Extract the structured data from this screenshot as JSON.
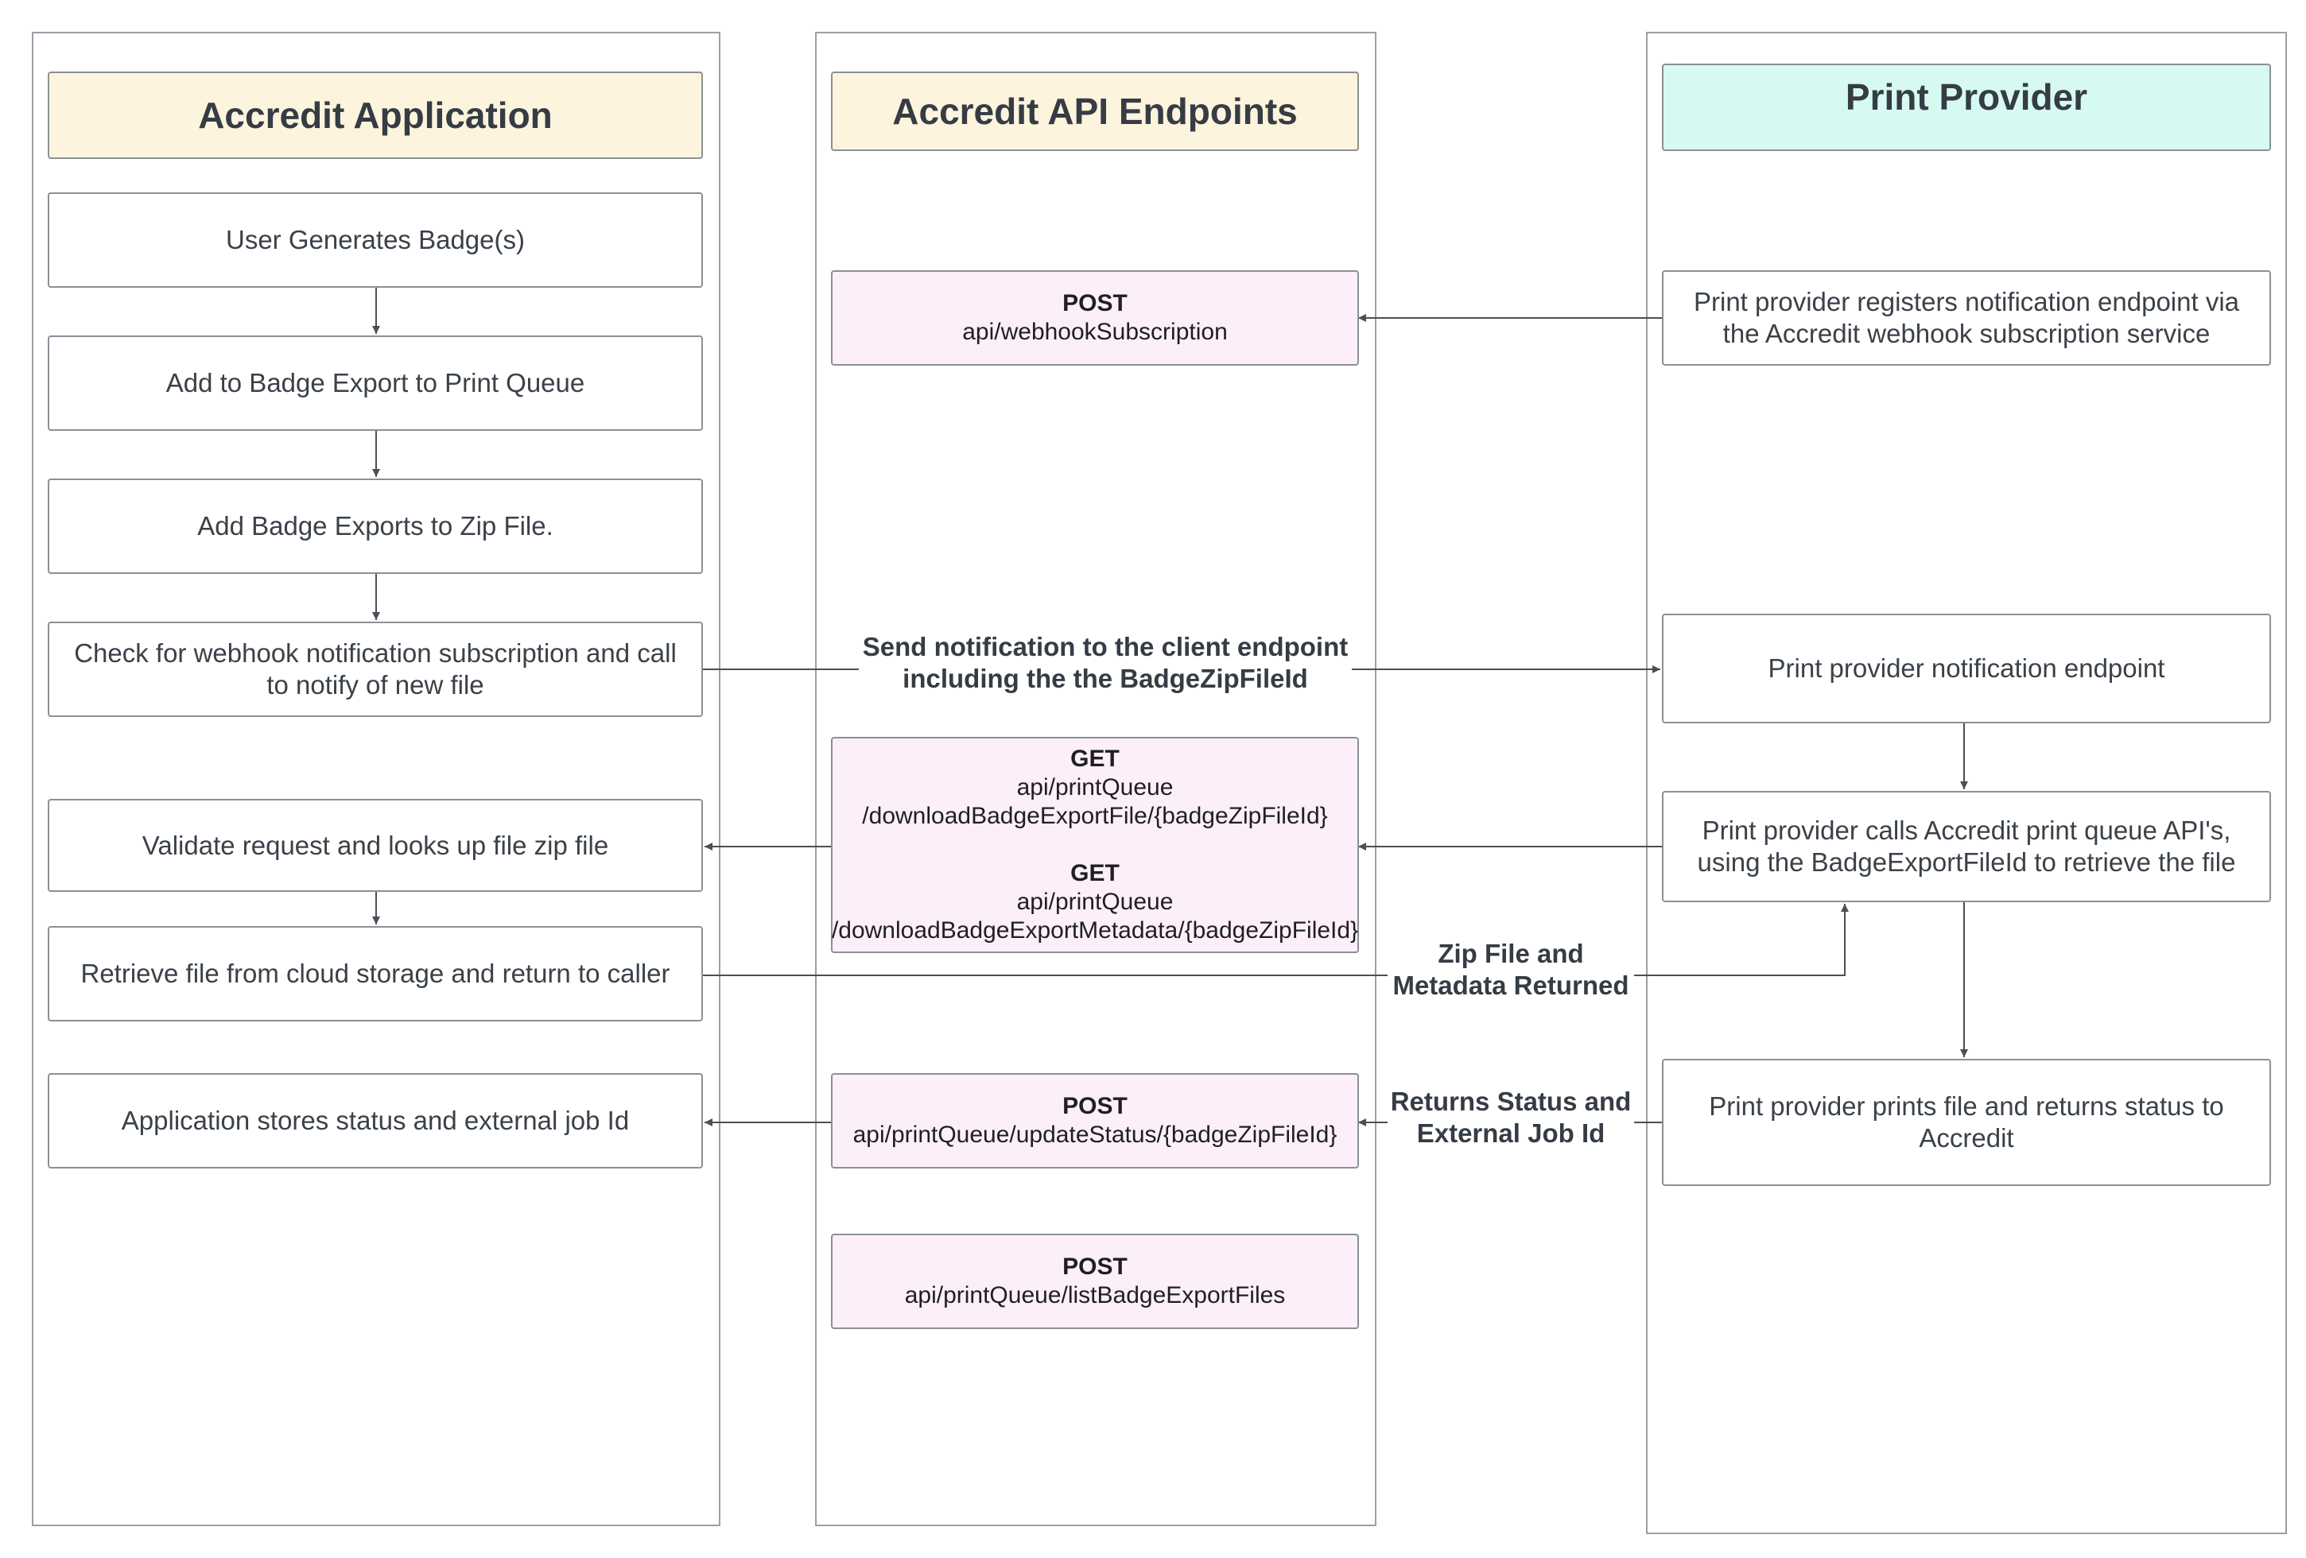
{
  "lanes": {
    "app": {
      "title": "Accredit Application"
    },
    "api": {
      "title": "Accredit API Endpoints"
    },
    "provider": {
      "title": "Print Provider"
    }
  },
  "app_steps": {
    "s1": "User Generates Badge(s)",
    "s2": "Add to Badge Export to Print Queue",
    "s3": "Add Badge Exports to Zip File.",
    "s4": "Check for webhook notification subscription and call to notify of new file",
    "s5": "Validate request and looks up file zip file",
    "s6": "Retrieve file from cloud storage and return to caller",
    "s7": "Application stores status and external job Id"
  },
  "endpoints": {
    "webhook": {
      "method": "POST",
      "path": "api/webhookSubscription"
    },
    "download": {
      "method1": "GET",
      "path1a": "api/printQueue",
      "path1b": "/downloadBadgeExportFile/{badgeZipFileId}",
      "method2": "GET",
      "path2a": "api/printQueue",
      "path2b": "/downloadBadgeExportMetadata/{badgeZipFileId}"
    },
    "update": {
      "method": "POST",
      "path": "api/printQueue/updateStatus/{badgeZipFileId}"
    },
    "list": {
      "method": "POST",
      "path": "api/printQueue/listBadgeExportFiles"
    }
  },
  "provider_steps": {
    "p1": "Print provider registers notification endpoint via the Accredit webhook subscription service",
    "p2": "Print provider notification endpoint",
    "p3": "Print provider calls Accredit print queue API's, using the  BadgeExportFileId to retrieve the file",
    "p4": "Print provider prints file and returns status to Accredit"
  },
  "edge_labels": {
    "notify_line1": "Send notification to the client endpoint",
    "notify_line2": "including the the BadgeZipFileId",
    "zip_line1": "Zip File and",
    "zip_line2": "Metadata Returned",
    "status_line1": "Returns Status and",
    "status_line2": "External Job Id"
  }
}
